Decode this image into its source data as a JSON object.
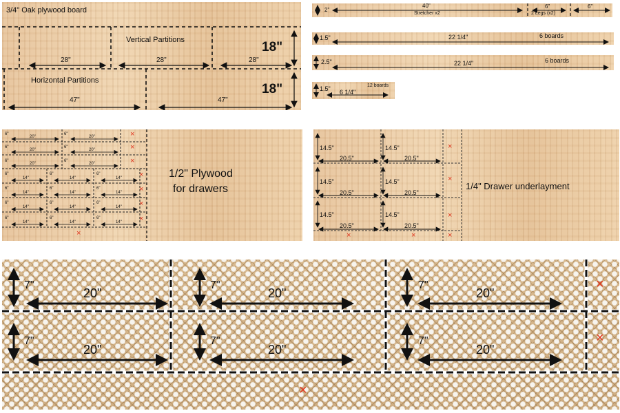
{
  "oak": {
    "title": "3/4\" Oak plywood board",
    "vertical_label": "Vertical Partitions",
    "horizontal_label": "Horizontal Partitions",
    "dim_28": "28\"",
    "dim_47": "47\"",
    "dim_18": "18\""
  },
  "strips": {
    "s1_height": "2\"",
    "s1_len": "40\"",
    "s1_name": "Stretcher x2",
    "s1_leg_len": "6\"",
    "s1_leg_name": "2 Legs (x2)",
    "s1_end": "6\"",
    "s2_height": "1.5\"",
    "s2_len": "22 1/4\"",
    "s2_count": "6 boards",
    "s3_height": "2.5\"",
    "s3_len": "22 1/4\"",
    "s3_count": "6 boards",
    "s4_height": "1.5\"",
    "s4_len": "6 1/4\"",
    "s4_count": "12 boards"
  },
  "half_ply": {
    "title_line1": "1/2\" Plywood",
    "title_line2": "for drawers",
    "w6": "6\"",
    "w20": "20\"",
    "w14": "14\"",
    "waste": "×"
  },
  "quarter_ply": {
    "title": "1/4\" Drawer underlayment",
    "h": "14.5\"",
    "w": "20.5\"",
    "waste": "×"
  },
  "cane": {
    "h": "7\"",
    "w": "20\"",
    "waste": "×"
  },
  "colors": {
    "waste": "#e0341c",
    "line": "#111111",
    "cane_line": "#ffffff"
  }
}
